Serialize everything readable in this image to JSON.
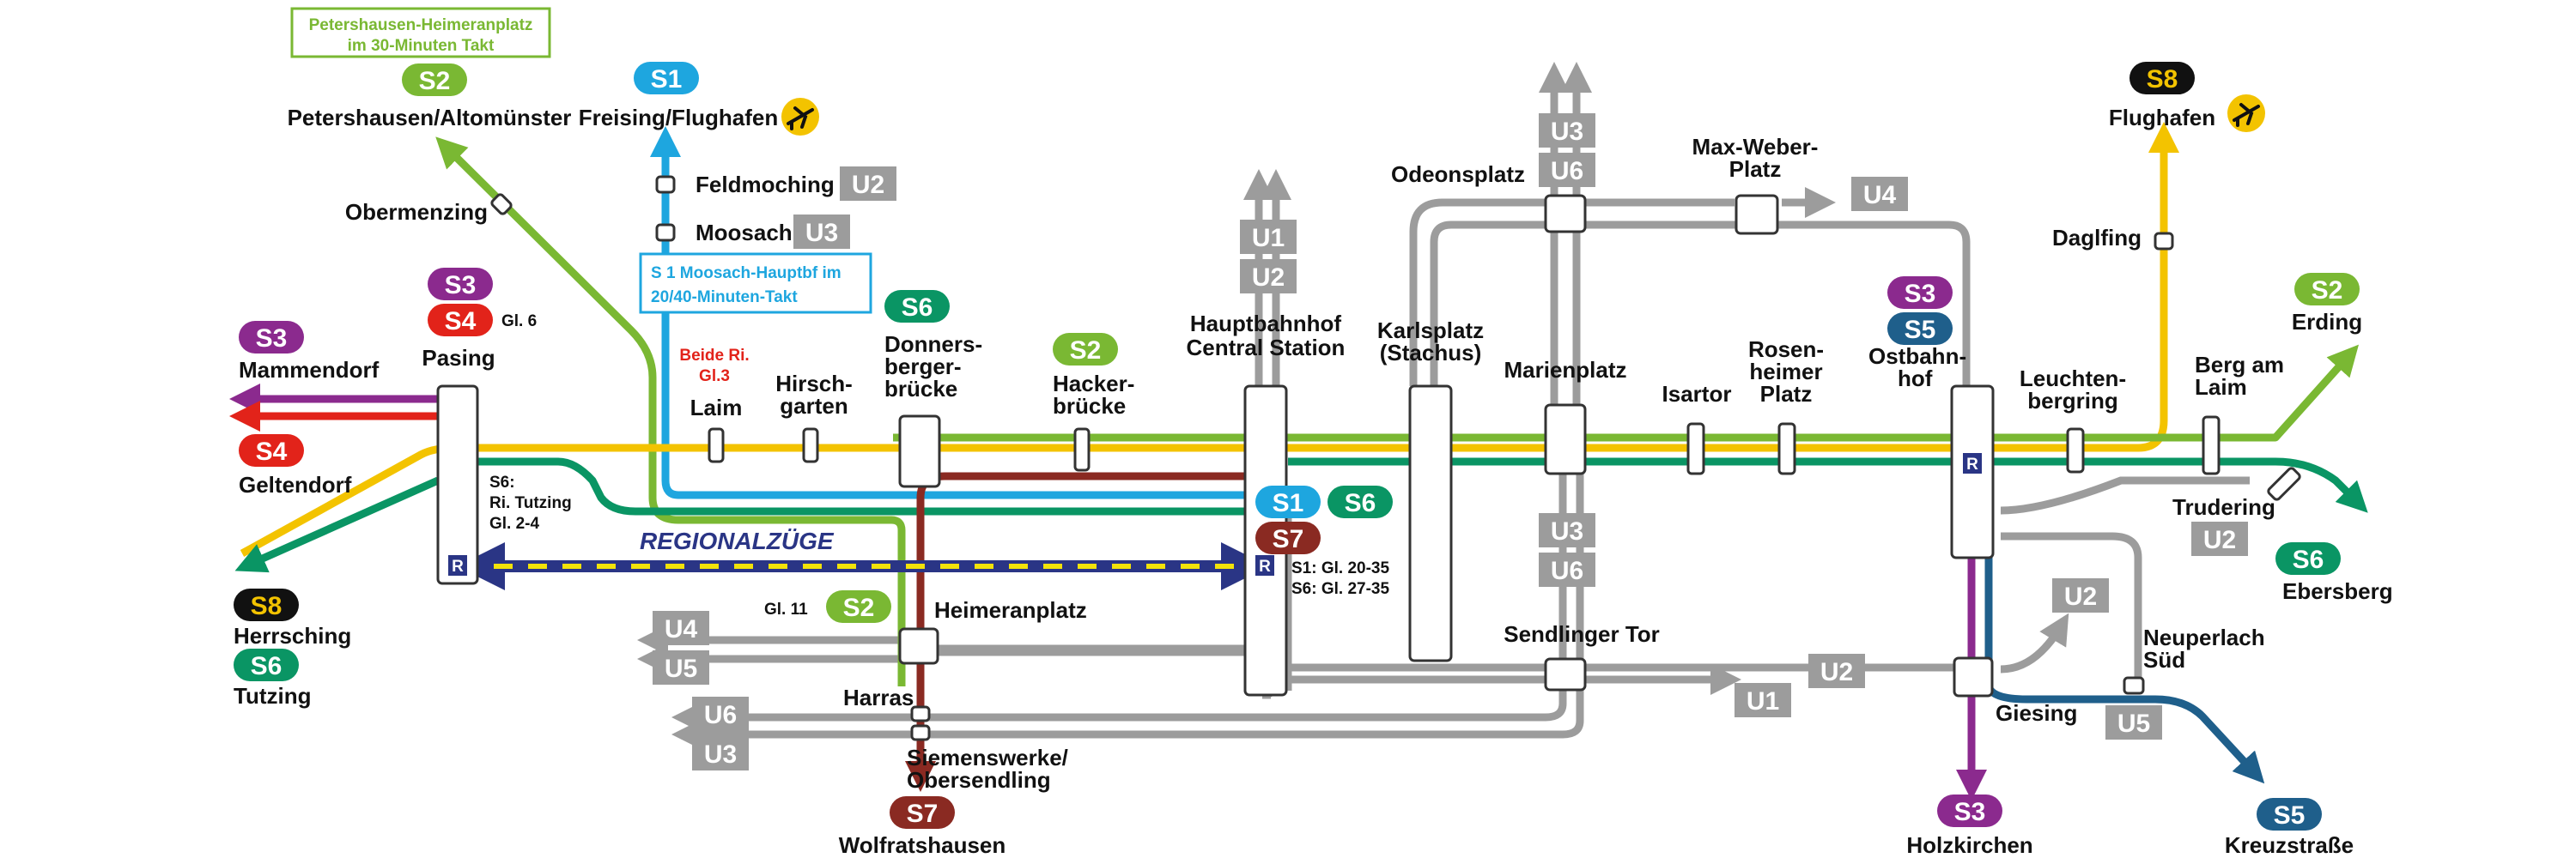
{
  "colors": {
    "S1": "#1ea6df",
    "S2": "#7ab833",
    "S3": "#8b2a8e",
    "S4": "#e2231a",
    "S5": "#1f5f8b",
    "S6": "#0a9564",
    "S7": "#8a2a22",
    "S8": "#f3c300",
    "S8_text": "#f3c300",
    "ubahn": "#9c9c9c",
    "regional": "#2a3585",
    "regional_dash": "#f2e20a",
    "airport": "#f3c300"
  },
  "badges": {
    "s2_top": "S2",
    "s1_top": "S1",
    "s8_top": "S8",
    "s3_pasing": "S3",
    "s4_pasing": "S4",
    "s3_mammendorf": "S3",
    "s4_geltendorf": "S4",
    "s8_herrsching": "S8",
    "s6_tutzing": "S6",
    "s6_donners": "S6",
    "s2_hacker": "S2",
    "s1_hbf": "S1",
    "s6_hbf": "S6",
    "s7_hbf": "S7",
    "s2_heimeran": "S2",
    "s7_wolf": "S7",
    "s3_ost": "S3",
    "s5_ost": "S5",
    "s2_erding": "S2",
    "s6_ebersberg": "S6",
    "s3_holz": "S3",
    "s5_kreuz": "S5"
  },
  "ubahn": {
    "u2_feld": "U2",
    "u3_moosach": "U3",
    "u1_hbf": "U1",
    "u2_hbf": "U2",
    "u3_top": "U3",
    "u6_top": "U6",
    "u4_top": "U4",
    "u2_trudering": "U2",
    "u3_mid": "U3",
    "u6_mid": "U6",
    "u2_mid": "U2",
    "u1_bot": "U1",
    "u2_right": "U2",
    "u5_right": "U5",
    "u4_left": "U4",
    "u5_left": "U5",
    "u6_left": "U6",
    "u3_left": "U3"
  },
  "stations": {
    "petershausen": "Petershausen/Altomünster",
    "freising": "Freising/Flughafen",
    "flughafen": "Flughafen",
    "obermenzing": "Obermenzing",
    "feldmoching": "Feldmoching",
    "moosach": "Moosach",
    "pasing": "Pasing",
    "mammendorf": "Mammendorf",
    "geltendorf": "Geltendorf",
    "herrsching": "Herrsching",
    "tutzing": "Tutzing",
    "laim": "Laim",
    "hirsch_1": "Hirsch-",
    "hirsch_2": "garten",
    "donners_1": "Donners-",
    "donners_2": "berger-",
    "donners_3": "brücke",
    "hacker_1": "Hacker-",
    "hacker_2": "brücke",
    "hbf_1": "Hauptbahnhof",
    "hbf_2": "Central Station",
    "karls_1": "Karlsplatz",
    "karls_2": "(Stachus)",
    "odeonsplatz": "Odeonsplatz",
    "marienplatz": "Marienplatz",
    "maxweber_1": "Max-Weber-",
    "maxweber_2": "Platz",
    "isartor": "Isartor",
    "rosen_1": "Rosen-",
    "rosen_2": "heimer",
    "rosen_3": "Platz",
    "ost_1": "Ostbahn-",
    "ost_2": "hof",
    "leuchten_1": "Leuchten-",
    "leuchten_2": "bergring",
    "daglfing": "Daglfing",
    "berg_1": "Berg am",
    "berg_2": "Laim",
    "erding": "Erding",
    "trudering": "Trudering",
    "ebersberg": "Ebersberg",
    "heimeranplatz": "Heimeranplatz",
    "harras": "Harras",
    "siemens_1": "Siemenswerke/",
    "siemens_2": "Obersendling",
    "wolfratshausen": "Wolfratshausen",
    "sendlinger": "Sendlinger Tor",
    "giesing": "Giesing",
    "neuperlach_1": "Neuperlach",
    "neuperlach_2": "Süd",
    "holzkirchen": "Holzkirchen",
    "kreuzstrasse": "Kreuzstraße"
  },
  "notes": {
    "s2_box_1": "Petershausen-Heimeranplatz",
    "s2_box_2": "im 30-Minuten Takt",
    "s1_box_1": "S 1 Moosach-Hauptbf im",
    "s1_box_2": "20/40-Minuten-Takt",
    "laim_red_1": "Beide Ri.",
    "laim_red_2": "Gl.3",
    "pasing_gl": "Gl. 6",
    "pasing_s6_1": "S6:",
    "pasing_s6_2": "Ri. Tutzing",
    "pasing_s6_3": "Gl. 2-4",
    "regional": "REGIONALZÜGE",
    "hbf_gl_1": "S1: Gl. 20-35",
    "hbf_gl_2": "S6: Gl. 27-35",
    "heimeran_gl": "Gl. 11",
    "r_pasing": "R",
    "r_hbf": "R",
    "r_ost": "R"
  },
  "icons": [
    "airplane-icon",
    "regional-train-icon"
  ]
}
